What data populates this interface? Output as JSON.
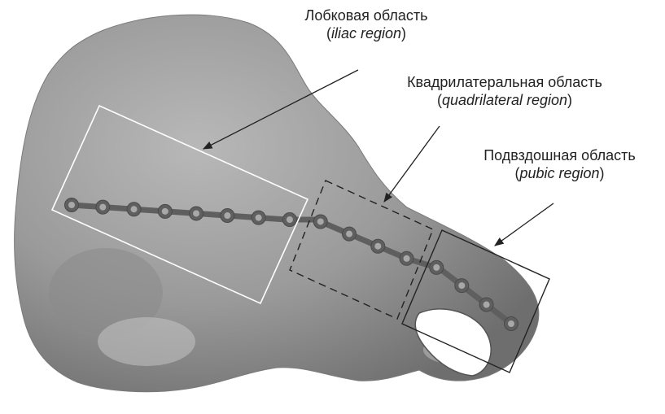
{
  "labels": {
    "iliac": {
      "ru": "Лобковая область",
      "en": "iliac region"
    },
    "quad": {
      "ru": "Квадрилатеральная область",
      "en": "quadrilateral region"
    },
    "pubic": {
      "ru": "Подвздошная область",
      "en": "pubic region"
    }
  },
  "colors": {
    "background": "#ffffff",
    "bone": "#9a9a9a",
    "bone_dark": "#6e6e6e",
    "plate": "#5f5f5f",
    "white_box": "#ffffff",
    "dark_box": "#222222",
    "arrow": "#222222"
  },
  "regions": [
    {
      "name": "iliac-region-box",
      "style": "solid-white"
    },
    {
      "name": "quadrilateral-region-box",
      "style": "dashed-dark"
    },
    {
      "name": "pubic-region-box",
      "style": "solid-dark"
    }
  ],
  "plate": {
    "hole_count": 16
  }
}
